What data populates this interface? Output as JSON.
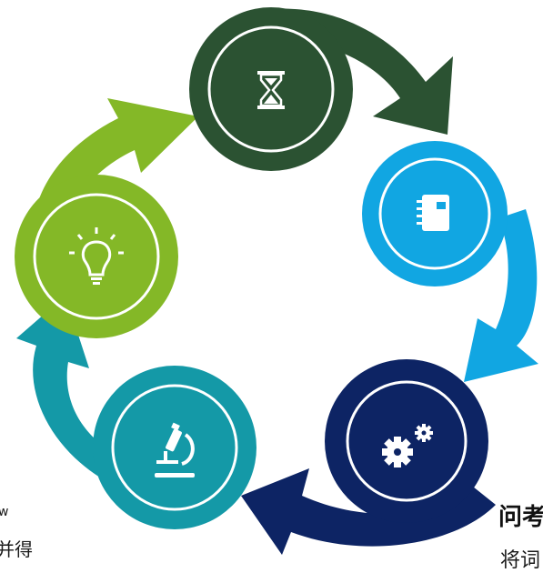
{
  "diagram": {
    "type": "cycle",
    "colors": {
      "dark_green": "#2b5232",
      "light_blue": "#11a6e2",
      "navy": "#0d2464",
      "teal": "#1499a7",
      "lime": "#84b827",
      "ring": "#ffffff"
    },
    "nodes": [
      {
        "icon": "hourglass-icon",
        "color": "#2b5232"
      },
      {
        "icon": "notebook-icon",
        "color": "#11a6e2"
      },
      {
        "icon": "gears-icon",
        "color": "#0d2464"
      },
      {
        "icon": "microscope-icon",
        "color": "#1499a7"
      },
      {
        "icon": "lightbulb-icon",
        "color": "#84b827"
      }
    ]
  },
  "fragments": {
    "right_title": "问考",
    "right_body": "将词",
    "left_top": "w",
    "left_body": "并得"
  }
}
